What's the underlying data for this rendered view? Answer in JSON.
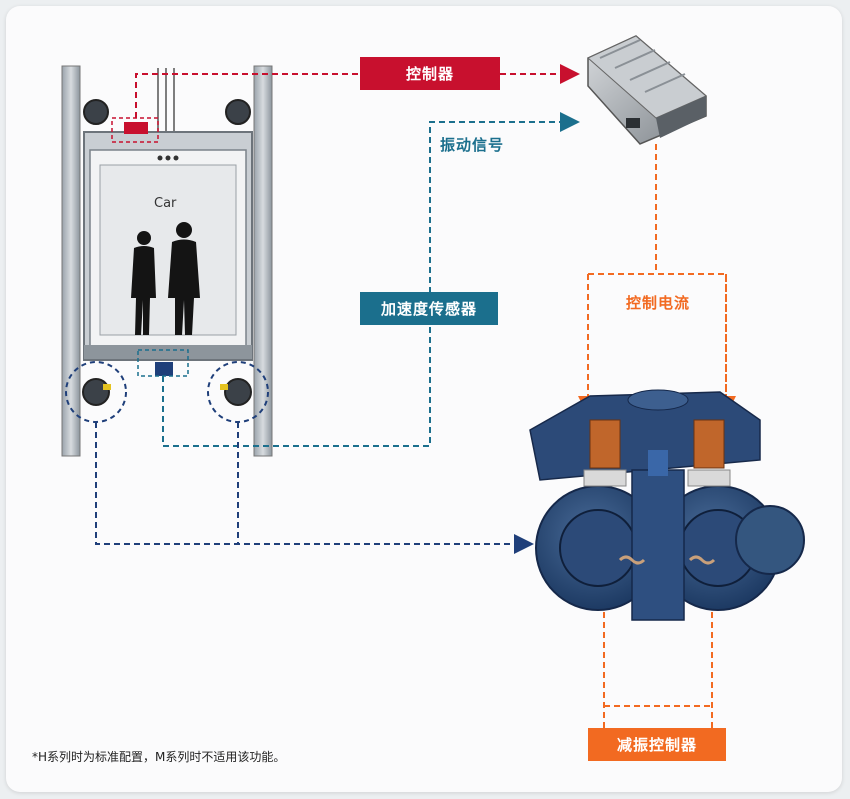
{
  "labels": {
    "controller": "控制器",
    "vibration_signal": "振动信号",
    "accel_sensor": "加速度传感器",
    "control_current": "控制电流",
    "damping_controller": "减振控制器",
    "car": "Car"
  },
  "footnote": "*H系列时为标准配置，M系列时不适用该功能。",
  "colors": {
    "red": "#c8102e",
    "teal": "#1b6f8d",
    "orange": "#f26a21",
    "navy": "#1f3f7a"
  },
  "icons": [
    "controller-device-icon",
    "damper-unit-icon",
    "passenger-silhouette-icon"
  ]
}
